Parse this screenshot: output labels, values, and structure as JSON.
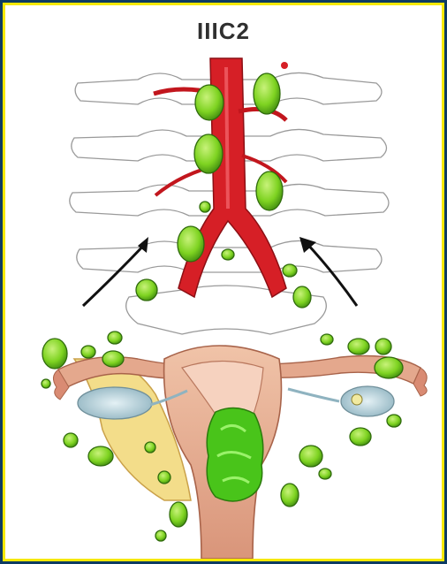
{
  "figure": {
    "stage_label": "IIIC2"
  },
  "colors": {
    "outer_background": "#0d3b63",
    "border": "#f6e800",
    "vessel": "#d61f26",
    "lymph_node": "#7ed321",
    "uterus": "#e8b49a",
    "ovary": "#b8d4dc",
    "fat_tissue": "#f3dd8a",
    "spine_outline": "#9a9a9a",
    "arrow": "#111111"
  },
  "icons": {
    "arrows": [
      "curved-arrow-left",
      "curved-arrow-right"
    ]
  }
}
